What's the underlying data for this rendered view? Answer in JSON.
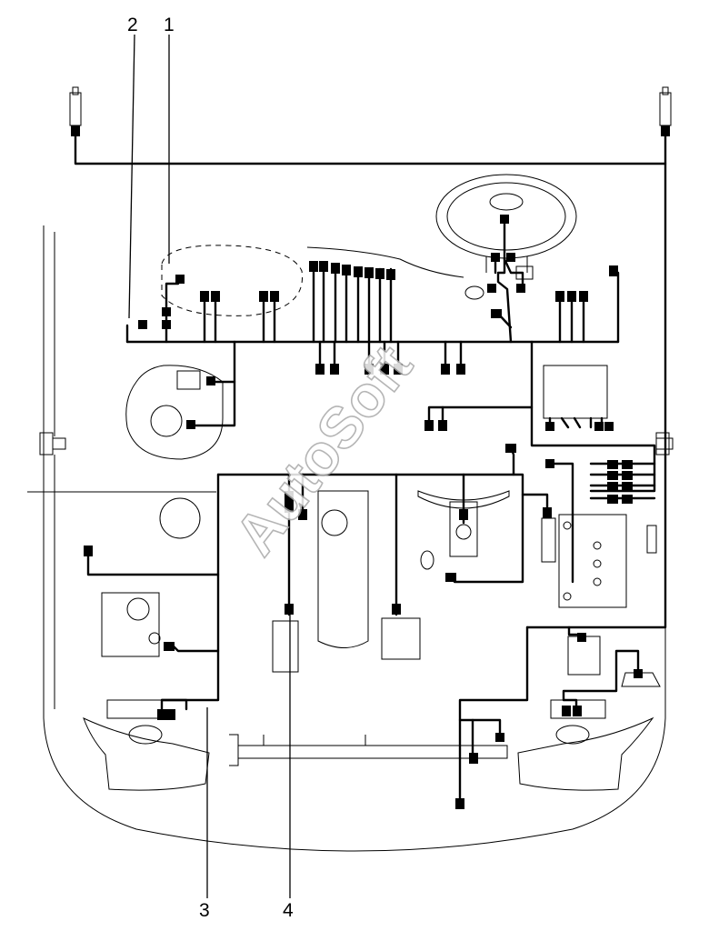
{
  "diagram": {
    "callouts": [
      {
        "id": "1",
        "text": "1"
      },
      {
        "id": "2",
        "text": "2"
      },
      {
        "id": "3",
        "text": "3"
      },
      {
        "id": "4",
        "text": "4"
      }
    ],
    "watermark": "AutoSoft"
  },
  "colors": {
    "line": "#000000",
    "background": "#ffffff",
    "watermark_outline": "#a9a9a9"
  }
}
